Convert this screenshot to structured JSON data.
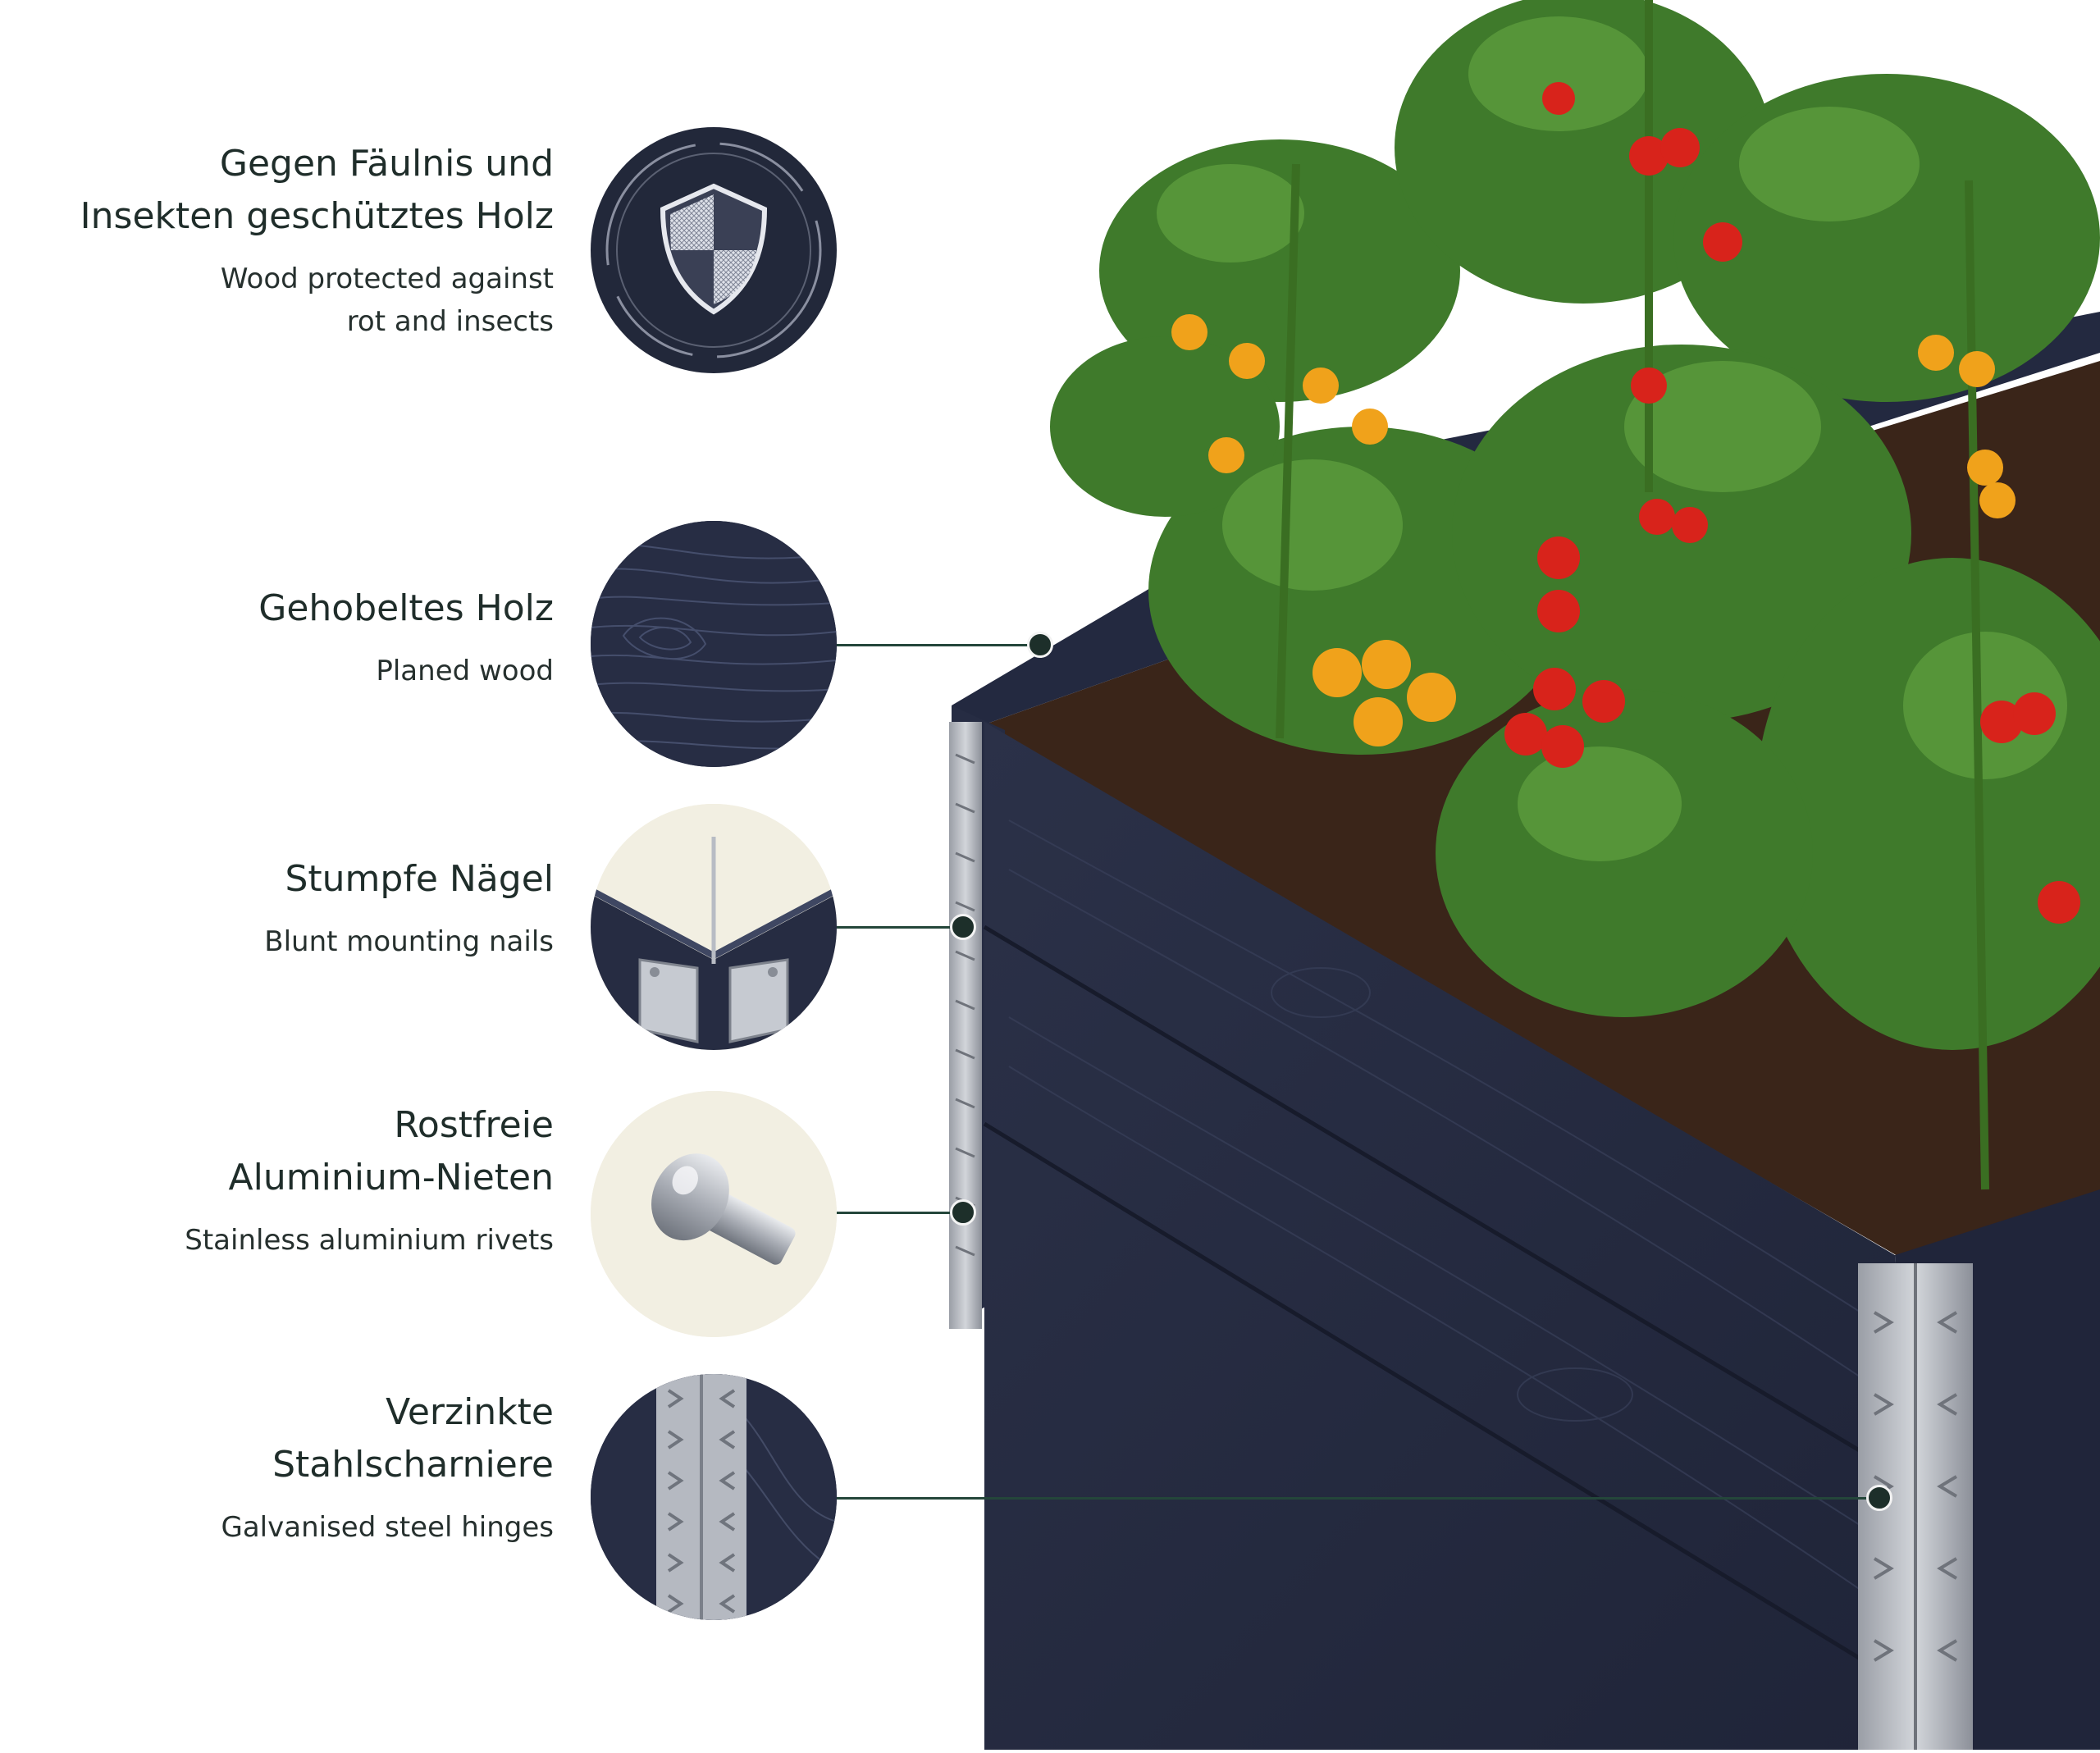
{
  "features": [
    {
      "title_lines": [
        "Gegen Fäulnis und",
        "Insekten geschütztes Holz"
      ],
      "subtitle_lines": [
        "Wood protected against",
        "rot and insects"
      ],
      "icon": "shield-icon"
    },
    {
      "title_lines": [
        "Gehobeltes Holz"
      ],
      "subtitle_lines": [
        "Planed wood"
      ],
      "icon": "planed-wood-texture"
    },
    {
      "title_lines": [
        "Stumpfe Nägel"
      ],
      "subtitle_lines": [
        "Blunt mounting nails"
      ],
      "icon": "nail-icon"
    },
    {
      "title_lines": [
        "Rostfreie",
        "Aluminium-Nieten"
      ],
      "subtitle_lines": [
        "Stainless aluminium rivets"
      ],
      "icon": "rivet-icon"
    },
    {
      "title_lines": [
        "Verzinkte",
        "Stahlscharniere"
      ],
      "subtitle_lines": [
        "Galvanised steel hinges"
      ],
      "icon": "hinge-icon"
    }
  ],
  "colors": {
    "wood": "#262c42",
    "text": "#1f2d2a",
    "connector": "#24463a",
    "cream": "#f2efe2"
  }
}
